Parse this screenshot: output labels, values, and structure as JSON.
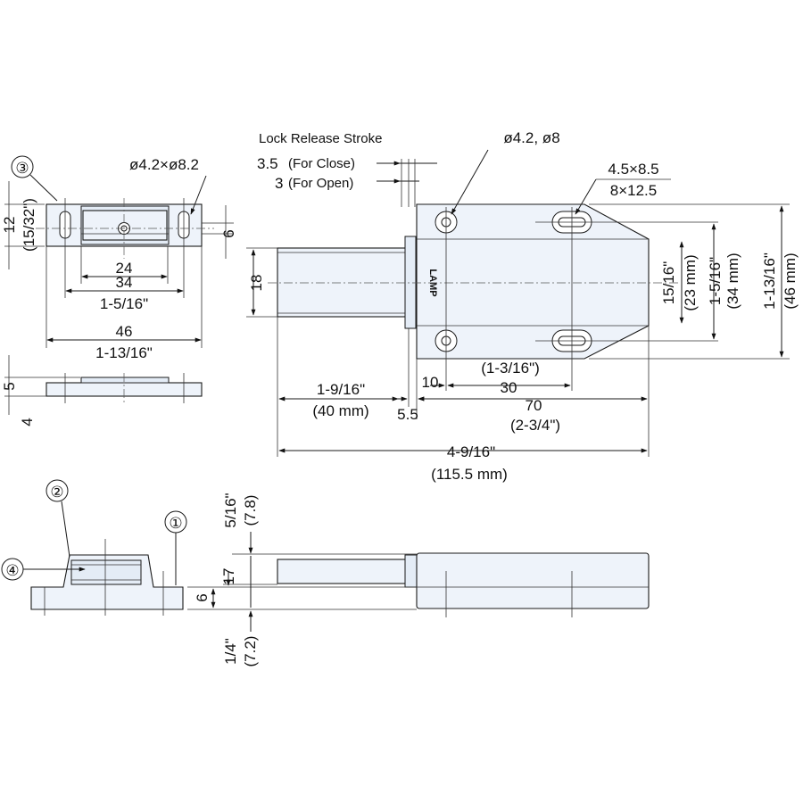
{
  "drawing": {
    "callouts": [
      "③",
      "②",
      "①",
      "④"
    ],
    "catch_top": {
      "hole_label": "ø4.2×ø8.2",
      "height_mm": "12",
      "height_in": "(15/32\")",
      "slot_height": "6",
      "pitch_mm": "24",
      "pitch_outer_mm": "34",
      "pitch_outer_in": "1-5/16\"",
      "length_mm": "46",
      "length_in": "1-13/16\""
    },
    "catch_side": {
      "thickness": "5",
      "base": "4"
    },
    "latch_top": {
      "stroke_title": "Lock Release Stroke",
      "stroke_close_val": "3.5",
      "stroke_close_label": "(For Close)",
      "stroke_open_val": "3",
      "stroke_open_label": "(For Open)",
      "hole_label": "ø4.2, ø8",
      "slot_label_1": "4.5×8.5",
      "slot_label_2": "8×12.5",
      "plunger_dia": "18",
      "brand": "LAMP",
      "dim_15_16": "15/16\"",
      "dim_23mm": "(23 mm)",
      "dim_1_5_16": "1-5/16\"",
      "dim_34mm": "(34 mm)",
      "dim_1_13_16": "1-13/16\"",
      "dim_46mm": "(46 mm)",
      "plunger_len_in": "1-9/16\"",
      "plunger_len_mm": "(40 mm)",
      "dim_10": "10",
      "dim_30": "30",
      "dim_30_in": "(1-3/16\")",
      "dim_5_5": "5.5",
      "dim_70": "70",
      "dim_70_in": "(2-3/4\")",
      "total_in": "4-9/16\"",
      "total_mm": "(115.5 mm)"
    },
    "side_view": {
      "upper_in": "5/16\"",
      "upper_mm": "(7.8)",
      "dim_17": "17",
      "dim_6": "6",
      "lower_in": "1/4\"",
      "lower_mm": "(7.2)"
    }
  }
}
